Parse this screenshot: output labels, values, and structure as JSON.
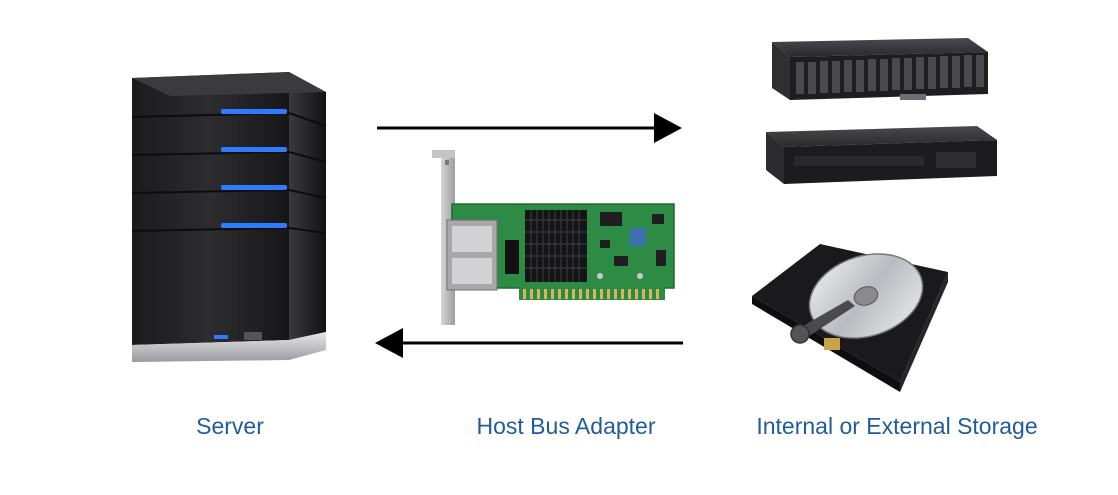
{
  "labels": {
    "server": "Server",
    "hba": "Host Bus Adapter",
    "storage": "Internal or External Storage"
  },
  "icons": {
    "server": "server-tower-icon",
    "hba": "hba-card-icon",
    "storage_array": "rack-storage-array-icon",
    "hard_drive": "hard-drive-icon"
  },
  "colors": {
    "label": "#1f5c99",
    "led": "#2f7bff",
    "arrow": "#000000",
    "pcb": "#2e8b45"
  }
}
